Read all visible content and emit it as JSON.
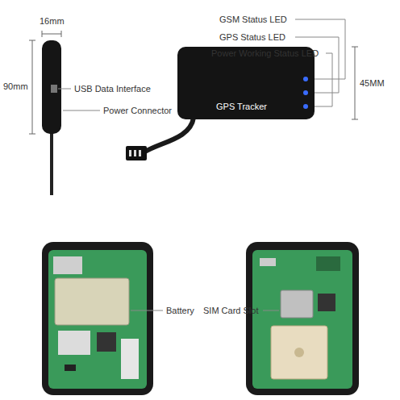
{
  "diagram": {
    "nodes": [
      {
        "text": [
          "GPS Tracker"
        ]
      }
    ],
    "labels": [
      "16mm",
      "90mm",
      "USB Data Interface",
      "Power Connector",
      "GSM Status LED",
      "GPS Status LED",
      "Power Working Status LED",
      "45MM",
      "Battery",
      "SIM Card Slot"
    ]
  }
}
